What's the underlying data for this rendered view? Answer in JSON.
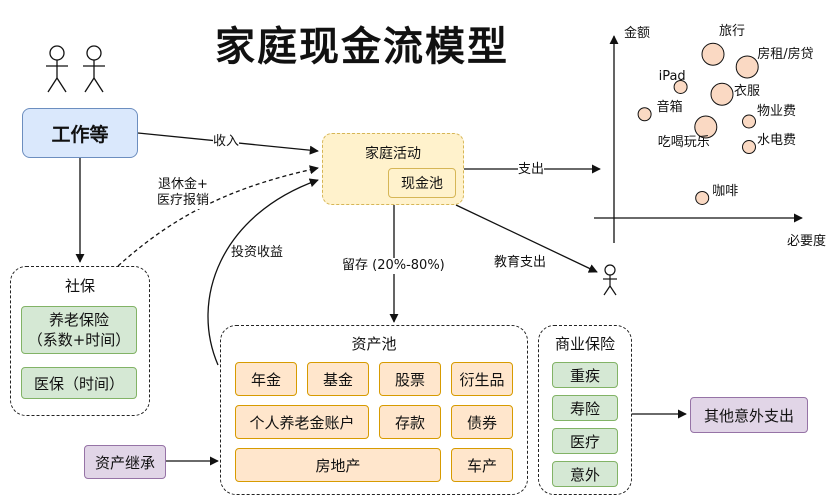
{
  "title": "家庭现金流模型",
  "work": "工作等",
  "family": {
    "label": "家庭活动",
    "pool": "现金池"
  },
  "social": {
    "label": "社保",
    "pension": "养老保险\n（系数+时间）",
    "medical": "医保（时间）"
  },
  "assets": {
    "label": "资产池",
    "items": [
      "年金",
      "基金",
      "股票",
      "衍生品",
      "个人养老金账户",
      "存款",
      "债券",
      "房地产",
      "车产"
    ]
  },
  "insurance": {
    "label": "商业保险",
    "items": [
      "重疾",
      "寿险",
      "医疗",
      "意外"
    ]
  },
  "other_expense": "其他意外支出",
  "inheritance": "资产继承",
  "edges": {
    "income": "收入",
    "retire": "退休金+\n医疗报销",
    "invest": "投资收益",
    "retain": "留存 (20%-80%)",
    "expense": "支出",
    "edu": "教育支出"
  },
  "chart_data": {
    "type": "scatter",
    "title": "",
    "xlabel": "必要度",
    "ylabel": "金额",
    "xlim": [
      0,
      10
    ],
    "ylim": [
      0,
      10
    ],
    "points": [
      {
        "label": "旅行",
        "x": 5.5,
        "y": 9.0,
        "size": "large"
      },
      {
        "label": "房租/房贷",
        "x": 7.4,
        "y": 8.3,
        "size": "large"
      },
      {
        "label": "iPad",
        "x": 3.7,
        "y": 7.2,
        "size": "small"
      },
      {
        "label": "衣服",
        "x": 6.0,
        "y": 6.8,
        "size": "large"
      },
      {
        "label": "音箱",
        "x": 1.7,
        "y": 5.7,
        "size": "small"
      },
      {
        "label": "物业费",
        "x": 7.5,
        "y": 5.3,
        "size": "small"
      },
      {
        "label": "吃喝玩乐",
        "x": 5.1,
        "y": 5.0,
        "size": "large"
      },
      {
        "label": "水电费",
        "x": 7.5,
        "y": 3.9,
        "size": "small"
      },
      {
        "label": "咖啡",
        "x": 4.9,
        "y": 1.1,
        "size": "small"
      }
    ]
  }
}
